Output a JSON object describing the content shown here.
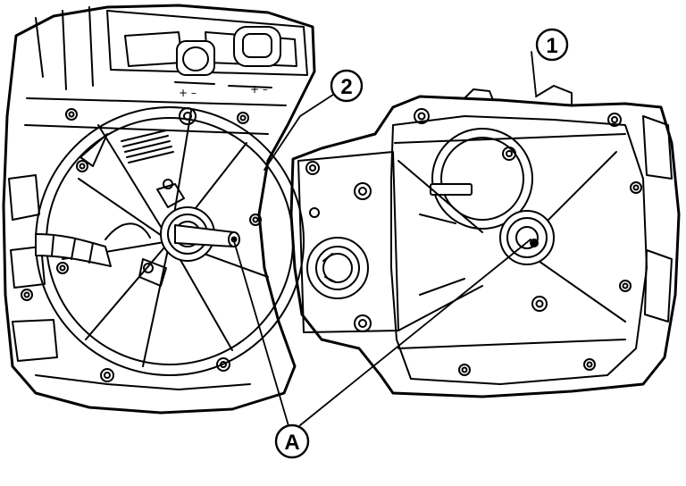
{
  "diagram": {
    "components": [
      {
        "id": "engine",
        "icon": "engine-block-illustration"
      },
      {
        "id": "transaxle",
        "icon": "transaxle-case-illustration"
      }
    ],
    "callouts": [
      {
        "id": "callout-1",
        "label": "1"
      },
      {
        "id": "callout-2",
        "label": "2"
      },
      {
        "id": "callout-a",
        "label": "A"
      }
    ],
    "colors": {
      "ink": "#000000",
      "paper": "#ffffff"
    }
  }
}
